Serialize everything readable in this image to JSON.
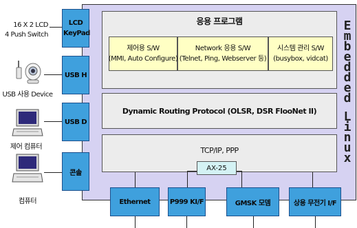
{
  "system": {
    "side_title_1": "Embedded",
    "side_title_2": "Linux"
  },
  "layers": {
    "app_title": "응용 프로그램",
    "app_boxes": [
      {
        "line1": "제어용 S/W",
        "line2": "(MMI, Auto Configure)"
      },
      {
        "line1": "Network 응용 S/W",
        "line2": "(Telnet, Ping, Webserver 등)"
      },
      {
        "line1": "시스템 관리 S/W",
        "line2": "(busybox, vidcat)"
      }
    ],
    "routing": "Dynamic Routing Protocol (OLSR, DSR FlooNet II)",
    "tcpip": "TCP/IP, PPP",
    "ax25": "AX-25"
  },
  "interfaces": {
    "left": [
      "LCD KeyPad",
      "USB H",
      "USB D",
      "콘솔"
    ],
    "bottom": [
      "Ethernet",
      "P999 KI/F",
      "GMSK 모뎀",
      "상용 무전기 I/F"
    ]
  },
  "devices": {
    "lcd_line1": "16 X 2 LCD",
    "lcd_line2": "4 Push Switch",
    "usb_device": "USB 사용 Device",
    "control_pc": "제어 컴퓨터",
    "pc": "컴퓨터"
  }
}
